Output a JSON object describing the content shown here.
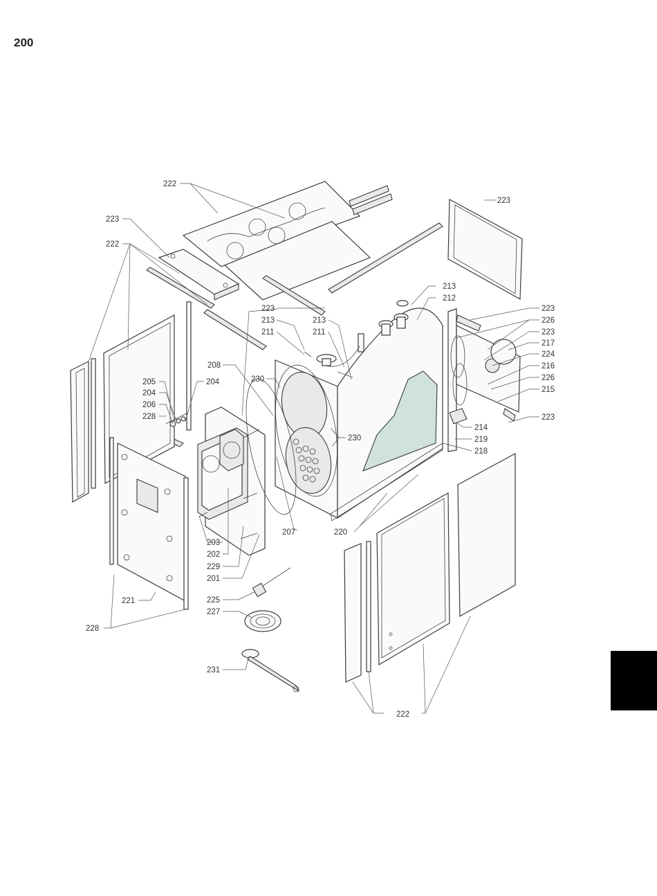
{
  "page": {
    "number": "200"
  },
  "diagram": {
    "labels": {
      "l222a": "222",
      "l223a": "223",
      "l222b": "222",
      "l223b": "223",
      "l223c": "223",
      "l213a": "213",
      "l213b": "213",
      "l212": "212",
      "l211a": "211",
      "l211b": "211",
      "l223d": "223",
      "l226a": "226",
      "l223e": "223",
      "l217": "217",
      "l224": "224",
      "l216": "216",
      "l226b": "226",
      "l215": "215",
      "l223f": "223",
      "l208": "208",
      "l230a": "230",
      "l205": "205",
      "l204a": "204",
      "l204b": "204",
      "l206": "206",
      "l228a": "228",
      "l230b": "230",
      "l214": "214",
      "l219": "219",
      "l218": "218",
      "l207": "207",
      "l220": "220",
      "l203": "203",
      "l202": "202",
      "l229": "229",
      "l201": "201",
      "l225": "225",
      "l221": "221",
      "l227": "227",
      "l228b": "228",
      "l231": "231",
      "l222c": "222"
    },
    "accent_color": "#cfe3dc"
  },
  "tab": {
    "color": "#000000"
  }
}
